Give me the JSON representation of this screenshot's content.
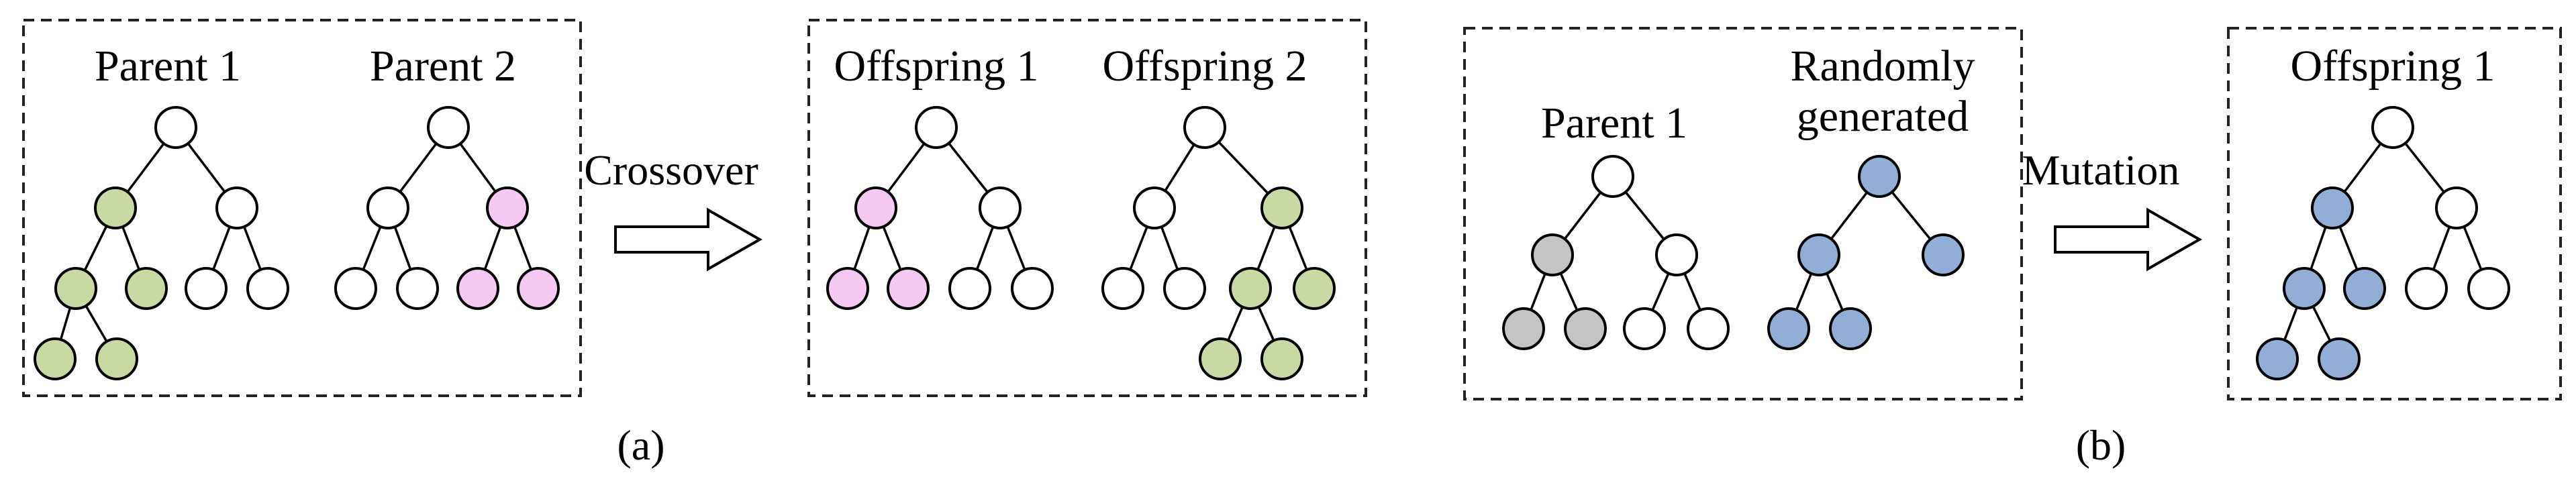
{
  "figure": {
    "colors": {
      "white": "#ffffff",
      "green": "#c8d9a3",
      "pink": "#f6c9f2",
      "gray": "#c4c4c4",
      "blue": "#93aed6"
    },
    "panel_a": {
      "caption": "(a)",
      "operation": "Crossover",
      "input_labels": [
        "Parent 1",
        "Parent 2"
      ],
      "output_labels": [
        "Offspring 1",
        "Offspring 2"
      ],
      "trees": {
        "parent1": [
          "root:white",
          "L:green",
          "R:white",
          "LL:green",
          "LR:green",
          "RL:white",
          "RR:white",
          "LLL:green",
          "LLR:green"
        ],
        "parent2": [
          "root:white",
          "L:white",
          "R:pink",
          "LL:white",
          "LR:white",
          "RL:pink",
          "RR:pink"
        ],
        "offspring1": [
          "root:white",
          "L:pink",
          "R:white",
          "LL:pink",
          "LR:pink",
          "RL:white",
          "RR:white"
        ],
        "offspring2": [
          "root:white",
          "L:white",
          "R:green",
          "LL:white",
          "LR:white",
          "RL:green",
          "RR:green",
          "RLL:green",
          "RLR:green"
        ]
      }
    },
    "panel_b": {
      "caption": "(b)",
      "operation": "Mutation",
      "input_labels": [
        "Parent 1",
        "Randomly",
        "generated"
      ],
      "output_labels": [
        "Offspring 1"
      ],
      "trees": {
        "parent1": [
          "root:white",
          "L:gray",
          "R:white",
          "LL:gray",
          "LR:gray",
          "RL:white",
          "RR:white"
        ],
        "random": [
          "root:blue",
          "L:blue",
          "R:blue",
          "LL:blue",
          "LR:blue"
        ],
        "offspring1": [
          "root:white",
          "L:blue",
          "R:white",
          "LL:blue",
          "LR:blue",
          "RL:white",
          "RR:white",
          "LLL:blue",
          "LLR:blue"
        ]
      }
    }
  }
}
